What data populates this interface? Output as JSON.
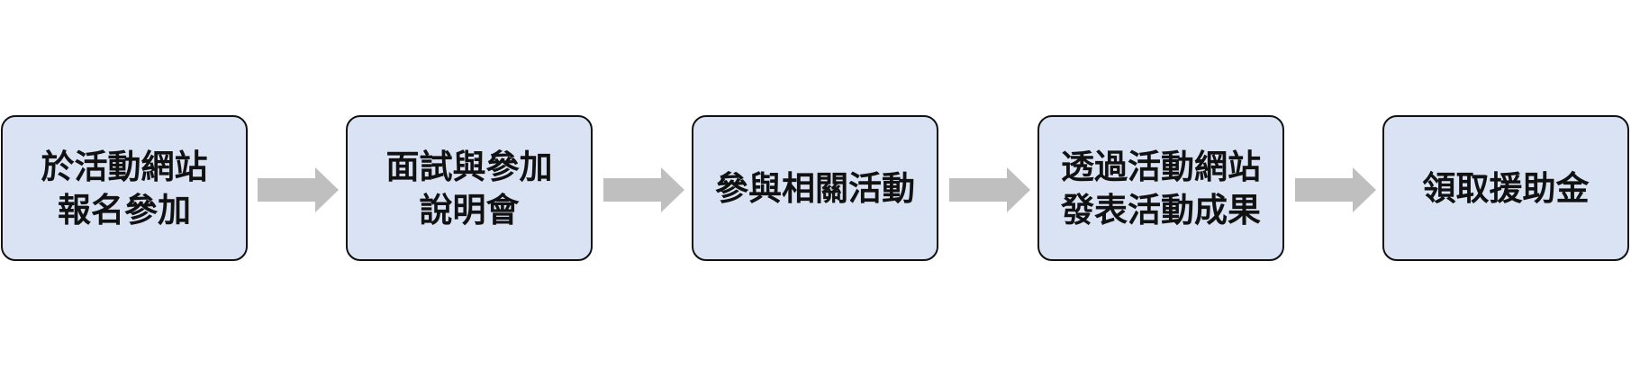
{
  "steps": [
    {
      "label": "於活動網站\n報名參加"
    },
    {
      "label": "面試與參加\n說明會"
    },
    {
      "label": "參與相關活動"
    },
    {
      "label": "透過活動網站\n發表活動成果"
    },
    {
      "label": "領取援助金"
    }
  ],
  "colors": {
    "box_fill": "#dae3f3",
    "box_border": "#111111",
    "arrow": "#bfbfbf",
    "text": "#111111"
  }
}
